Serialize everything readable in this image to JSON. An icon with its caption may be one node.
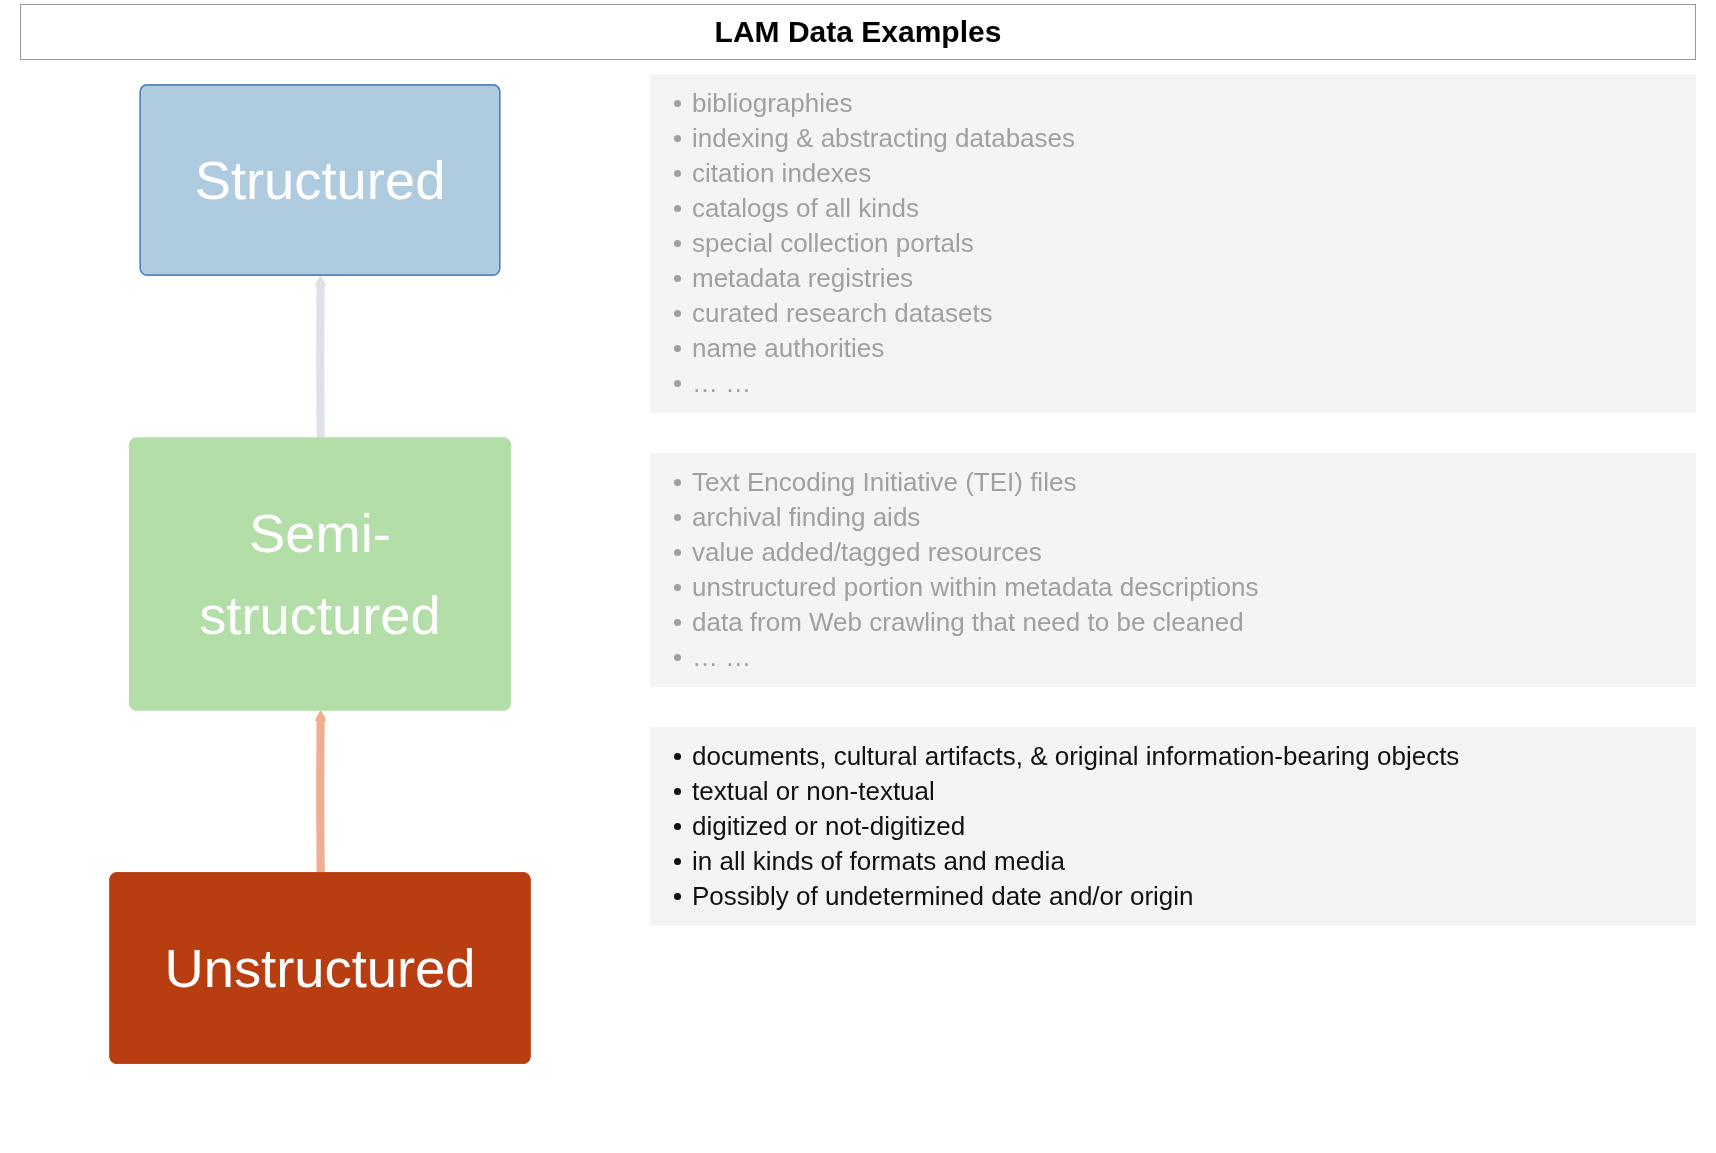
{
  "diagram": {
    "title": "LAM Data Examples",
    "nodes": [
      {
        "text": [
          "Structured"
        ],
        "beside": [
          "bibliographies",
          "indexing & abstracting databases",
          "citation indexes",
          "catalogs of all kinds",
          "special collection portals",
          "metadata registries",
          "curated research datasets",
          "name authorities",
          "… …"
        ]
      },
      {
        "text": [
          "Semi-structured"
        ],
        "beside": [
          "Text Encoding Initiative (TEI) files",
          "archival finding aids",
          "value added/tagged resources",
          "unstructured portion within metadata descriptions",
          "data from Web crawling that need to be cleaned",
          "… …"
        ]
      },
      {
        "text": [
          "Unstructured"
        ],
        "beside": [
          "documents, cultural artifacts, & original information-bearing objects",
          "textual or non-textual",
          "digitized or not-digitized",
          "in all kinds of formats and media",
          "Possibly of undetermined date and/or origin"
        ]
      }
    ],
    "edges": [
      {
        "from": 1,
        "to": 0,
        "arrow": "to",
        "color": "#dde2e8"
      },
      {
        "from": 2,
        "to": 1,
        "arrow": "to",
        "color": "#f0ae90"
      }
    ]
  }
}
